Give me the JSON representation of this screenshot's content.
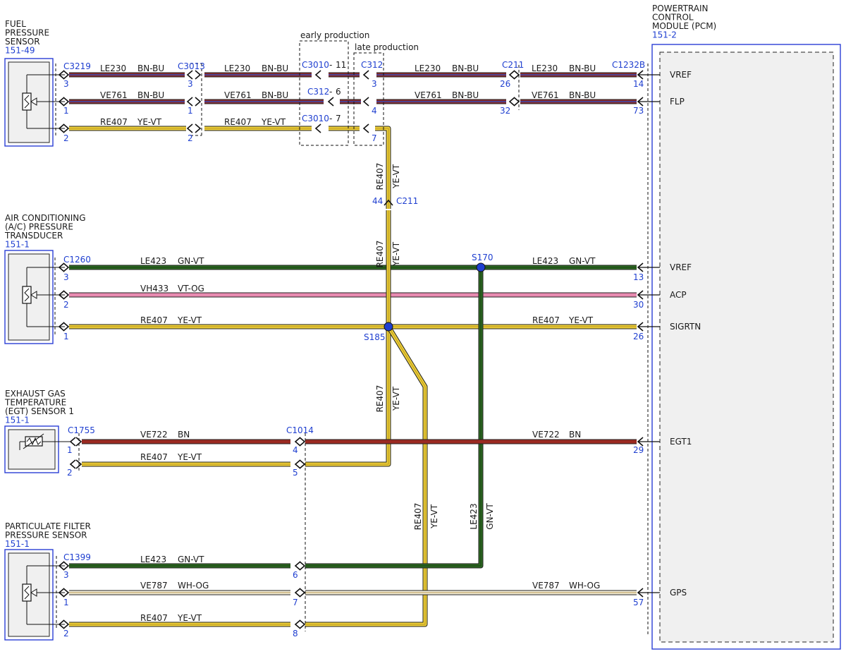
{
  "colors": {
    "BN-BU": [
      "#8a2b2b",
      "#3a4ab0"
    ],
    "BN": [
      "#9b2a22",
      "#9b2a22"
    ],
    "YE-VT": [
      "#f0d23a",
      "#c9a826"
    ],
    "GN-VT": [
      "#2e6b22",
      "#1f4d18"
    ],
    "VT-OG": [
      "#e88ab0",
      "#e88ab0"
    ],
    "WH-OG": [
      "#f5f0dc",
      "#c8b07a"
    ],
    "label_blue": "#1f3fd0",
    "box_blue": "#2a3fd6"
  },
  "modules": {
    "fuel": {
      "lines": [
        "FUEL",
        "PRESSURE",
        "SENSOR"
      ],
      "ref": "151-49",
      "icon": "pressure-sensor-icon"
    },
    "ac": {
      "lines": [
        "AIR CONDITIONING",
        "(A/C) PRESSURE",
        "TRANSDUCER"
      ],
      "ref": "151-1",
      "icon": "pressure-sensor-icon"
    },
    "egt": {
      "lines": [
        "EXHAUST GAS",
        "TEMPERATURE",
        "(EGT) SENSOR 1"
      ],
      "ref": "151-1",
      "icon": "thermistor-icon"
    },
    "pf": {
      "lines": [
        "PARTICULATE FILTER",
        "PRESSURE SENSOR"
      ],
      "ref": "151-1",
      "icon": "pressure-sensor-icon"
    },
    "pcm": {
      "lines": [
        "POWERTRAIN",
        "CONTROL",
        "MODULE (PCM)"
      ],
      "ref": "151-2"
    }
  },
  "pcm_pins": [
    "VREF",
    "FLP",
    "VREF",
    "ACP",
    "SIGRTN",
    "EGT1",
    "GPS"
  ],
  "connectors": [
    "C3219",
    "C3013",
    "C3010",
    "11",
    "C312",
    "C211",
    "C1232B",
    "C312",
    "6",
    "C3010",
    "7",
    "C1260",
    "C1755",
    "C1014",
    "C1399",
    "S170",
    "S185",
    "C211"
  ],
  "annotations": {
    "early": "early production",
    "late": "late production"
  },
  "pins": [
    "3",
    "1",
    "2",
    "3",
    "1",
    "2",
    "3",
    "4",
    "7",
    "26",
    "32",
    "14",
    "73",
    "44",
    "3",
    "2",
    "1",
    "13",
    "30",
    "26",
    "1",
    "2",
    "4",
    "5",
    "29",
    "3",
    "1",
    "2",
    "6",
    "7",
    "8",
    "57"
  ],
  "wires": [
    {
      "circuit": "LE230",
      "color": "BN-BU"
    },
    {
      "circuit": "VE761",
      "color": "BN-BU"
    },
    {
      "circuit": "RE407",
      "color": "YE-VT"
    },
    {
      "circuit": "LE423",
      "color": "GN-VT"
    },
    {
      "circuit": "VH433",
      "color": "VT-OG"
    },
    {
      "circuit": "VE722",
      "color": "BN"
    },
    {
      "circuit": "VE787",
      "color": "WH-OG"
    }
  ],
  "wire_labels": [
    [
      "LE230",
      "BN-BU"
    ],
    [
      "LE230",
      "BN-BU"
    ],
    [
      "LE230",
      "BN-BU"
    ],
    [
      "LE230",
      "BN-BU"
    ],
    [
      "VE761",
      "BN-BU"
    ],
    [
      "VE761",
      "BN-BU"
    ],
    [
      "VE761",
      "BN-BU"
    ],
    [
      "VE761",
      "BN-BU"
    ],
    [
      "RE407",
      "YE-VT"
    ],
    [
      "RE407",
      "YE-VT"
    ],
    [
      "RE407",
      "YE-VT"
    ],
    [
      "RE407",
      "YE-VT"
    ],
    [
      "LE423",
      "GN-VT"
    ],
    [
      "LE423",
      "GN-VT"
    ],
    [
      "VH433",
      "VT-OG"
    ],
    [
      "RE407",
      "YE-VT"
    ],
    [
      "RE407",
      "YE-VT"
    ],
    [
      "RE407",
      "YE-VT"
    ],
    [
      "VE722",
      "BN"
    ],
    [
      "VE722",
      "BN"
    ],
    [
      "RE407",
      "YE-VT"
    ],
    [
      "RE407",
      "YE-VT"
    ],
    [
      "LE423",
      "GN-VT"
    ],
    [
      "LE423",
      "GN-VT"
    ],
    [
      "VE787",
      "WH-OG"
    ],
    [
      "VE787",
      "WH-OG"
    ],
    [
      "RE407",
      "YE-VT"
    ]
  ]
}
